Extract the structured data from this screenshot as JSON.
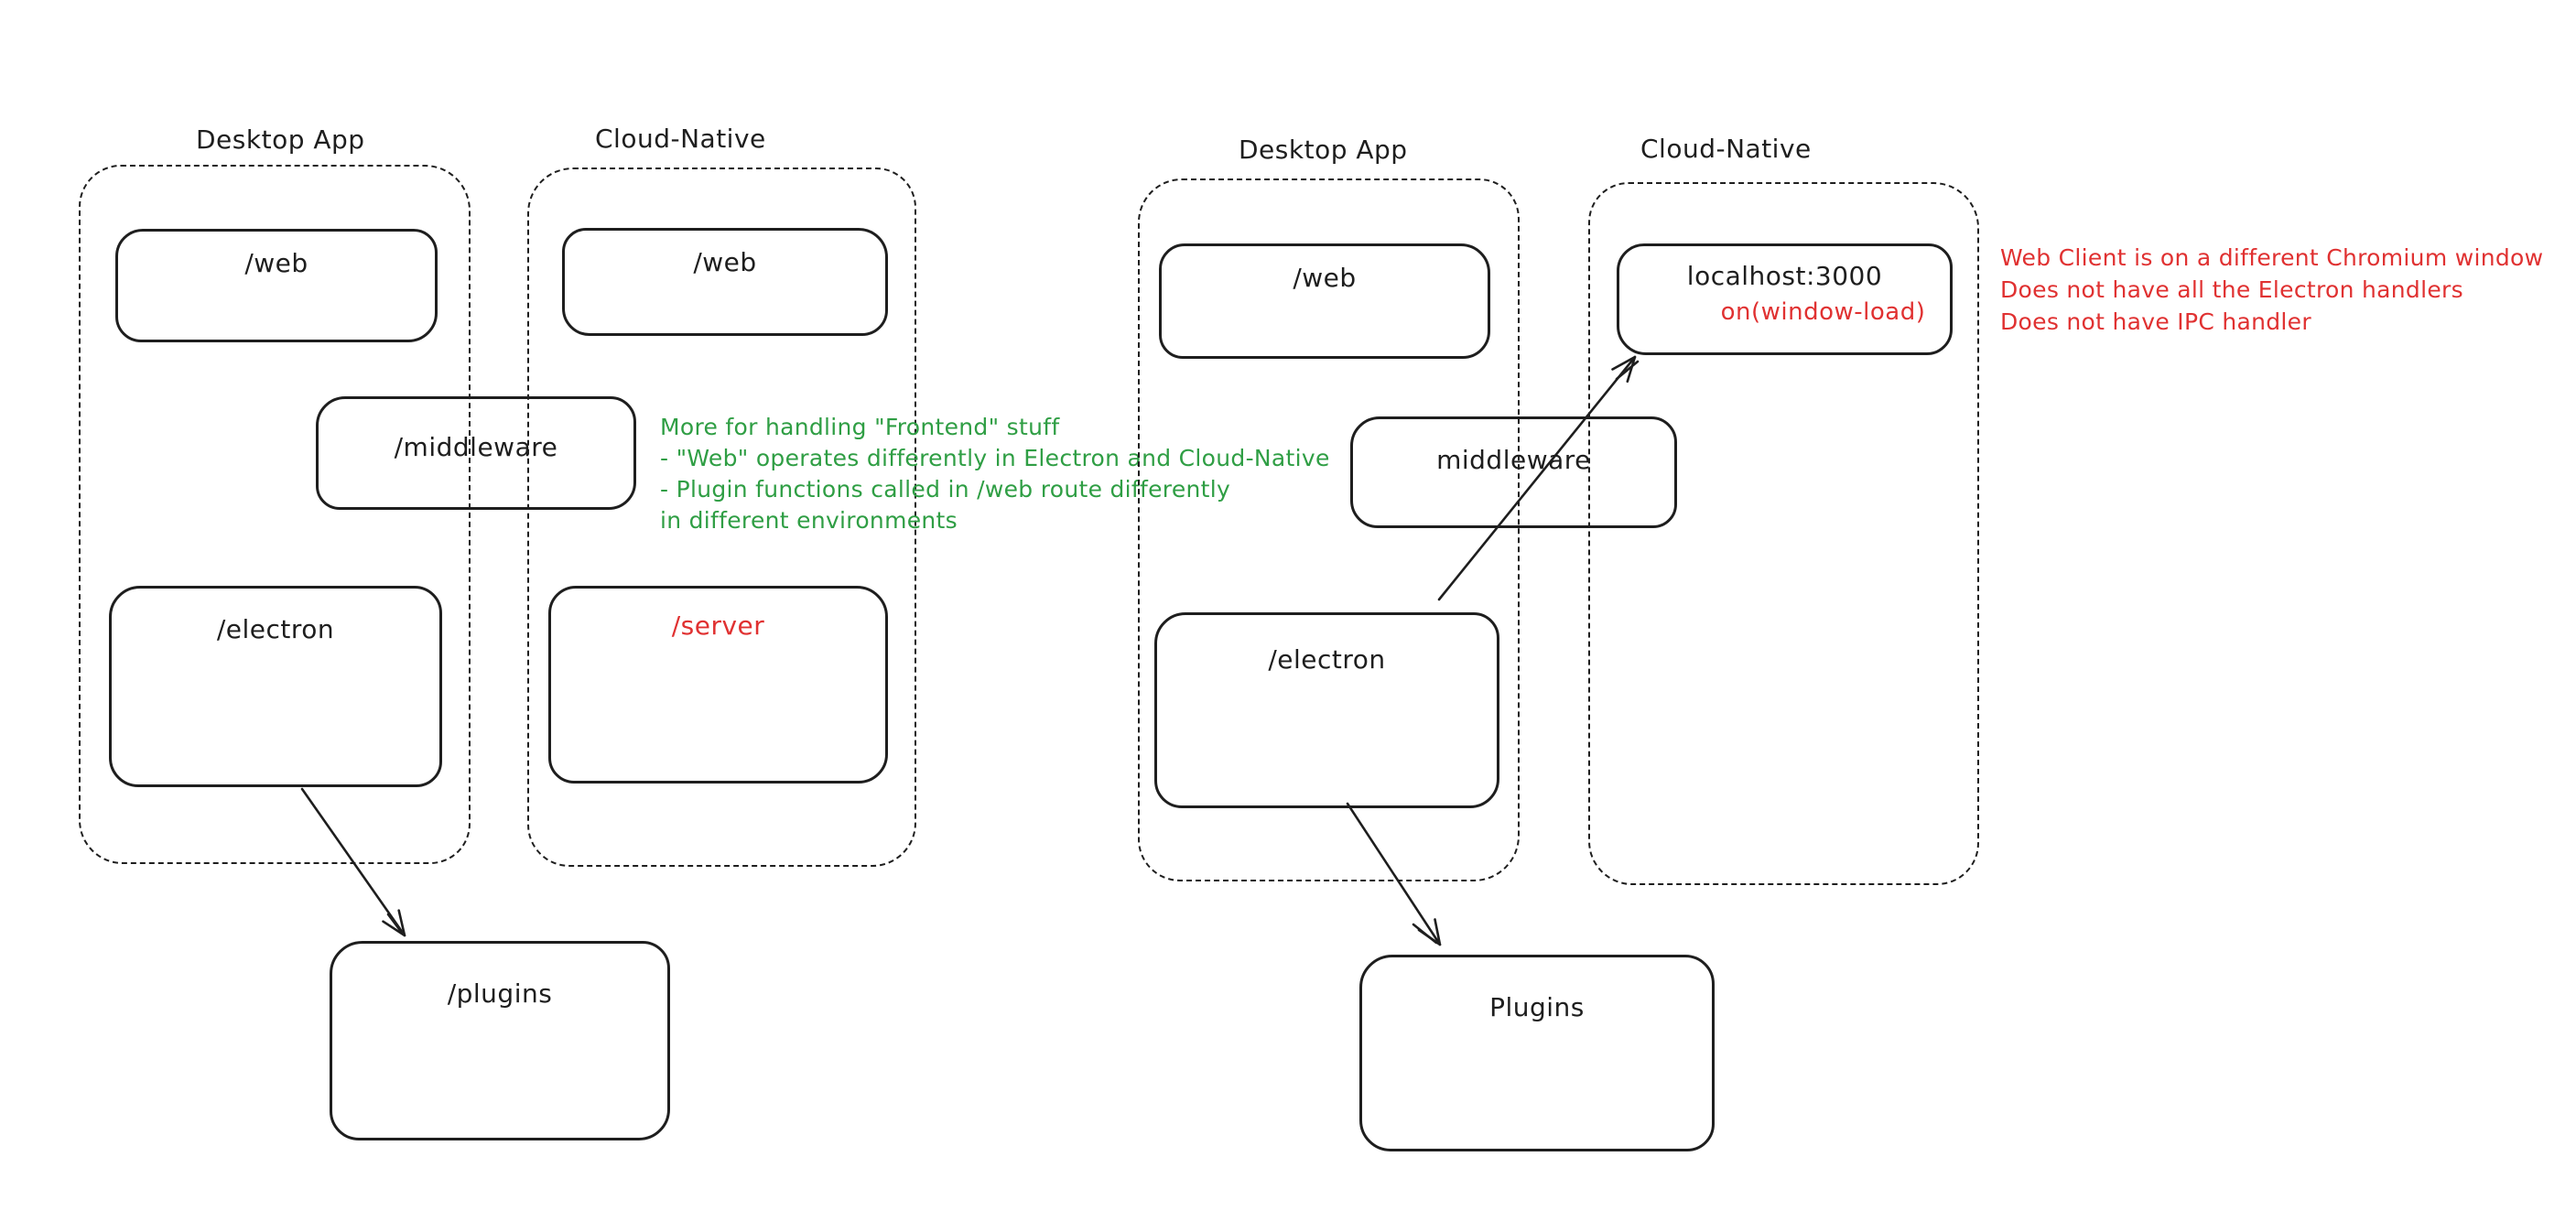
{
  "colors": {
    "stroke": "#1e1e1e",
    "red": "#e03131",
    "green": "#2f9e44",
    "bg": "#ffffff"
  },
  "left_diagram": {
    "desktop": {
      "title": "Desktop App",
      "web": "/web",
      "electron": "/electron"
    },
    "cloud": {
      "title": "Cloud-Native",
      "web": "/web",
      "server": "/server"
    },
    "middleware": "/middleware",
    "plugins": "/plugins",
    "green_note_lines": [
      "More for handling \"Frontend\" stuff",
      "- \"Web\" operates differently in Electron and Cloud-Native",
      "- Plugin functions called in /web route differently",
      "in different environments"
    ]
  },
  "right_diagram": {
    "desktop": {
      "title": "Desktop App",
      "web": "/web",
      "electron": "/electron"
    },
    "cloud": {
      "title": "Cloud-Native",
      "localhost": "localhost:3000",
      "window_load": "on(window-load)"
    },
    "middleware": "middleware",
    "plugins": "Plugins",
    "red_note_lines": [
      "Web Client is on a different Chromium window",
      "Does not have all the Electron handlers",
      "Does not have IPC handler"
    ]
  }
}
